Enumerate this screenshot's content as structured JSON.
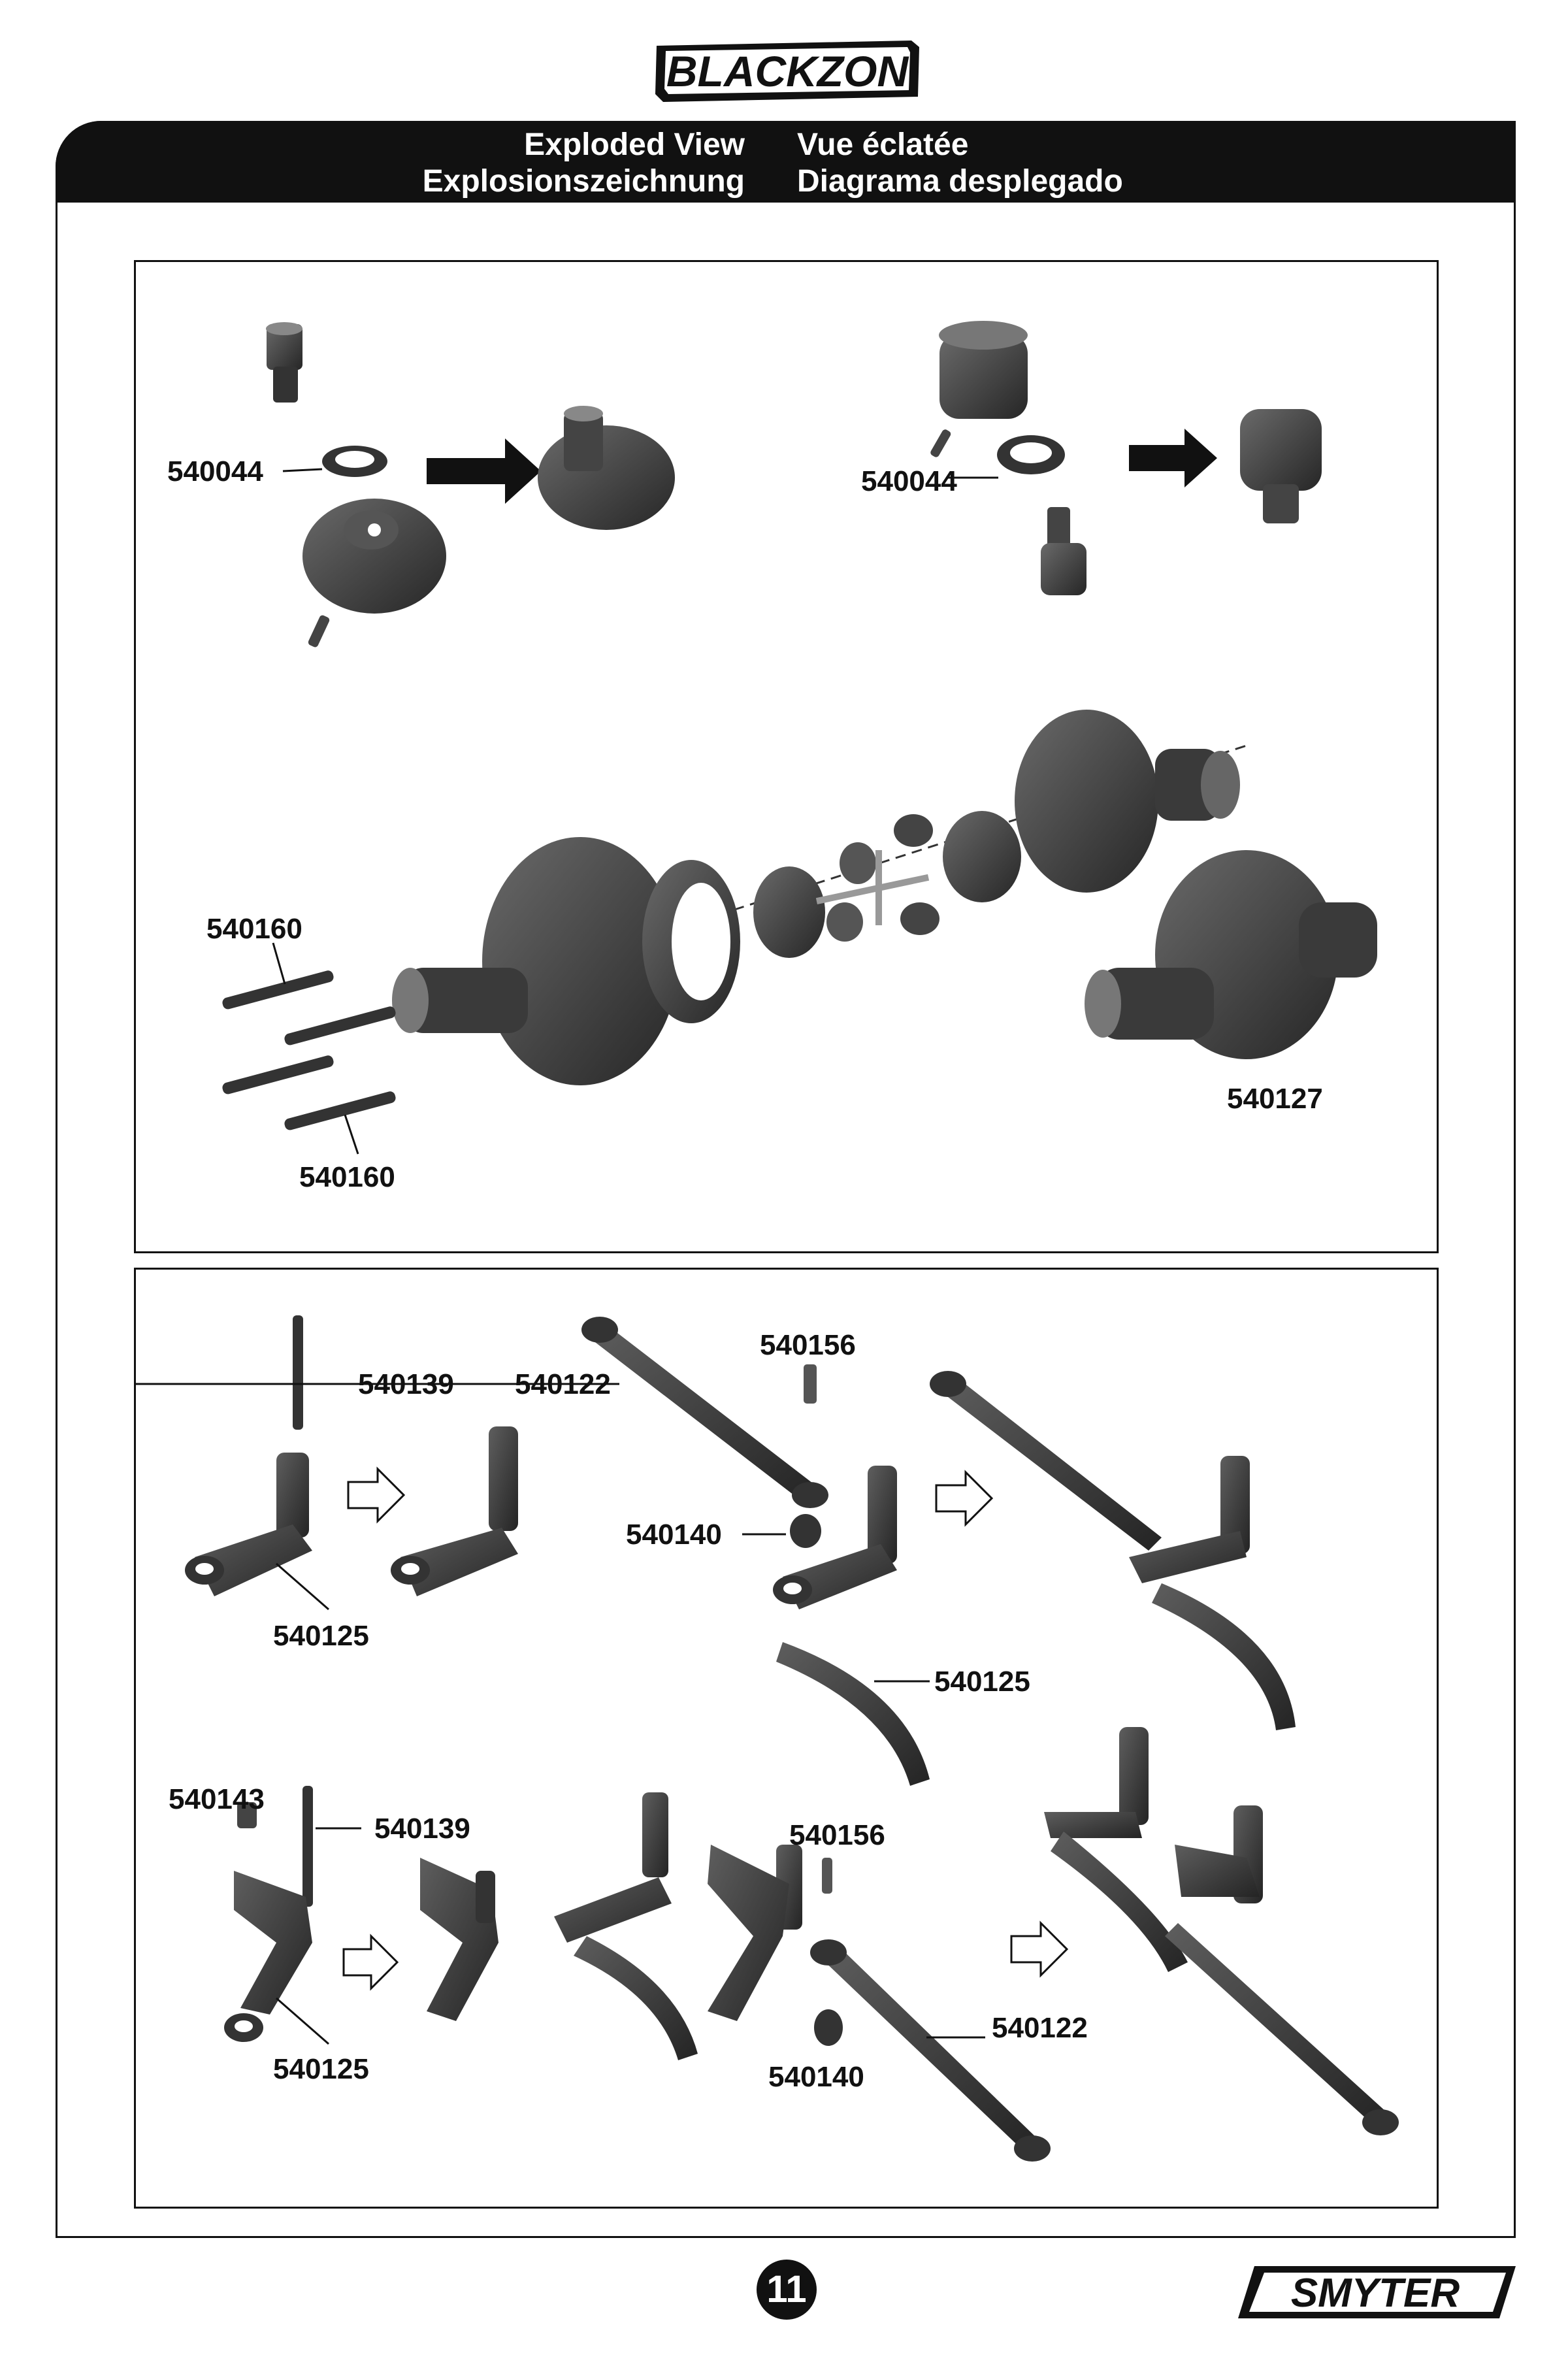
{
  "header": {
    "brand": "BLACKZON",
    "title_left_1": "Exploded View",
    "title_right_1": "Vue éclatée",
    "title_left_2": "Explosionszeichnung",
    "title_right_2": "Diagrama desplegado"
  },
  "panel_1": {
    "labels": {
      "ring_gear_bearing": "540044",
      "diff_case_bearing": "540044",
      "screws_top": "540160",
      "screws_bottom": "540160",
      "diff_assembly": "540127"
    }
  },
  "panel_2": {
    "labels": {
      "post_a": "540139",
      "steering_link_a": "540122",
      "bushing_a": "540156",
      "ball_a": "540140",
      "crank_a": "540125",
      "crank_b": "540125",
      "nut_c": "540143",
      "post_c": "540139",
      "crank_c": "540125",
      "bushing_d": "540156",
      "ball_d": "540140",
      "steering_link_d": "540122"
    }
  },
  "footer": {
    "page_number": "11",
    "brand": "SMYTER"
  }
}
